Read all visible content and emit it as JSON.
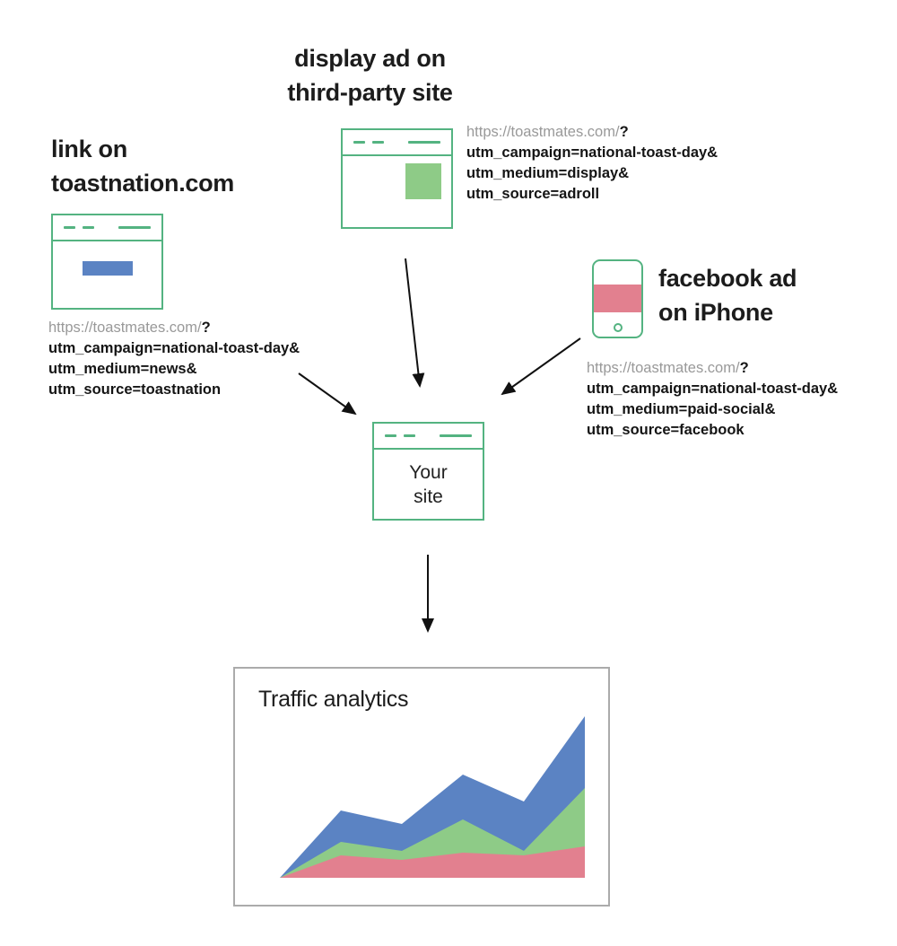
{
  "colors": {
    "outline_green": "#54b381",
    "ad_green": "#8ecb87",
    "link_blue": "#5b83c3",
    "fb_pink": "#e2808f",
    "url_gray": "#999999",
    "ink": "#1b1b1b",
    "box_gray": "#ababab"
  },
  "sources": {
    "display": {
      "label_line1": "display ad on",
      "label_line2": "third-party site",
      "url_prefix": "https://toastmates.com/",
      "url_query": "?",
      "utm_campaign": "utm_campaign=national-toast-day&",
      "utm_medium": "utm_medium=display&",
      "utm_source": "utm_source=adroll"
    },
    "toastnation": {
      "label_line1": "link on",
      "label_line2": "toastnation.com",
      "url_prefix": "https://toastmates.com/",
      "url_query": "?",
      "utm_campaign": "utm_campaign=national-toast-day&",
      "utm_medium": "utm_medium=news&",
      "utm_source": "utm_source=toastnation"
    },
    "facebook": {
      "label_line1": "facebook ad",
      "label_line2": "on iPhone",
      "url_prefix": "https://toastmates.com/",
      "url_query": "?",
      "utm_campaign": "utm_campaign=national-toast-day&",
      "utm_medium": "utm_medium=paid-social&",
      "utm_source": "utm_source=facebook"
    }
  },
  "your_site": {
    "line1": "Your",
    "line2": "site"
  },
  "analytics": {
    "title": "Traffic analytics"
  },
  "chart_data": {
    "type": "area",
    "stacked": true,
    "title": "Traffic analytics",
    "xlabel": "",
    "ylabel": "",
    "x": [
      0,
      1,
      2,
      3,
      4,
      5
    ],
    "series": [
      {
        "name": "bottom-pink",
        "color": "#e2808f",
        "values": [
          0,
          25,
          20,
          28,
          25,
          35
        ]
      },
      {
        "name": "middle-green",
        "color": "#8ecb87",
        "values": [
          0,
          15,
          10,
          37,
          5,
          65
        ]
      },
      {
        "name": "top-blue",
        "color": "#5b83c3",
        "values": [
          0,
          35,
          30,
          50,
          55,
          80
        ]
      }
    ],
    "ylim": [
      0,
      185
    ],
    "grid": false,
    "legend": false
  }
}
